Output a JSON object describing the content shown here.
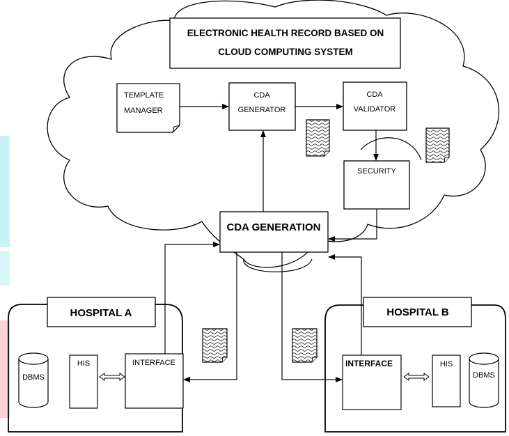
{
  "title": {
    "line1": "ELECTRONIC HEALTH RECORD BASED ON",
    "line2": "CLOUD COMPUTING SYSTEM"
  },
  "cloud_components": {
    "template_manager": {
      "line1": "TEMPLATE",
      "line2": "MANAGER"
    },
    "cda_generator": {
      "line1": "CDA",
      "line2": "GENERATOR"
    },
    "cda_validator": {
      "line1": "CDA",
      "line2": "VALIDATOR"
    },
    "security": "SECURITY",
    "cda_generation": "CDA GENERATION"
  },
  "hospital_a": {
    "name": "HOSPITAL A",
    "dbms": "DBMS",
    "his": "HIS",
    "interface": "INTERFACE"
  },
  "hospital_b": {
    "name": "HOSPITAL B",
    "dbms": "DBMS",
    "his": "HIS",
    "interface": "INTERFACE"
  },
  "colors": {
    "line": "#000000",
    "left_edge_accent_top": "#c9f3f7",
    "left_edge_accent_bottom": "#f9d3d8"
  }
}
